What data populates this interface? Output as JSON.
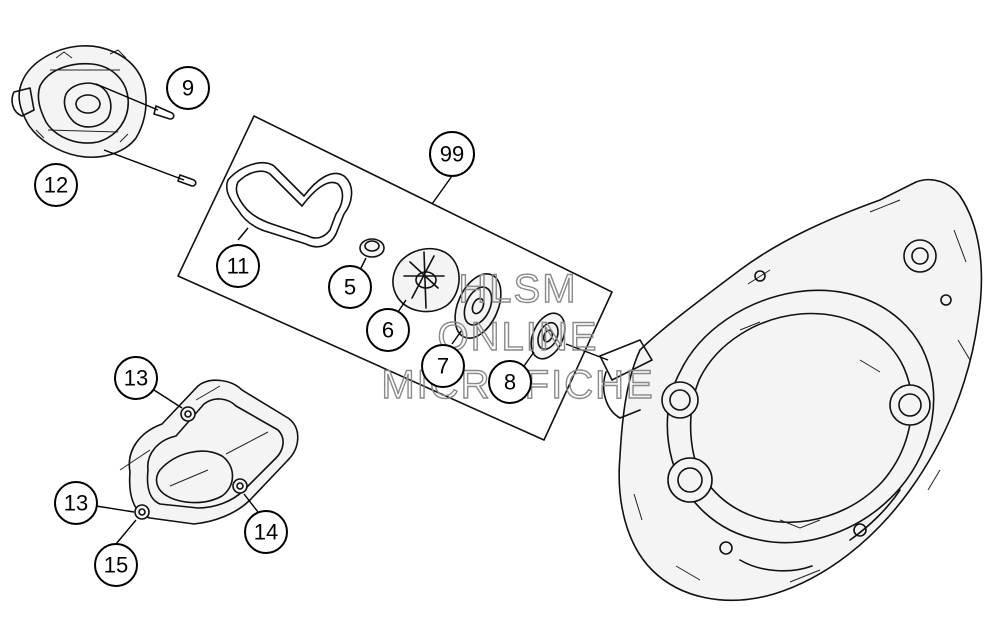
{
  "callouts": [
    {
      "id": "c9",
      "label": "9"
    },
    {
      "id": "c12",
      "label": "12"
    },
    {
      "id": "c99",
      "label": "99"
    },
    {
      "id": "c11",
      "label": "11"
    },
    {
      "id": "c5",
      "label": "5"
    },
    {
      "id": "c6",
      "label": "6"
    },
    {
      "id": "c7",
      "label": "7"
    },
    {
      "id": "c8",
      "label": "8"
    },
    {
      "id": "c13a",
      "label": "13"
    },
    {
      "id": "c13b",
      "label": "13"
    },
    {
      "id": "c14",
      "label": "14"
    },
    {
      "id": "c15",
      "label": "15"
    }
  ],
  "watermark": {
    "line1": "HLSM",
    "line2": "ONLINE",
    "line3": "MICROFICHE"
  }
}
